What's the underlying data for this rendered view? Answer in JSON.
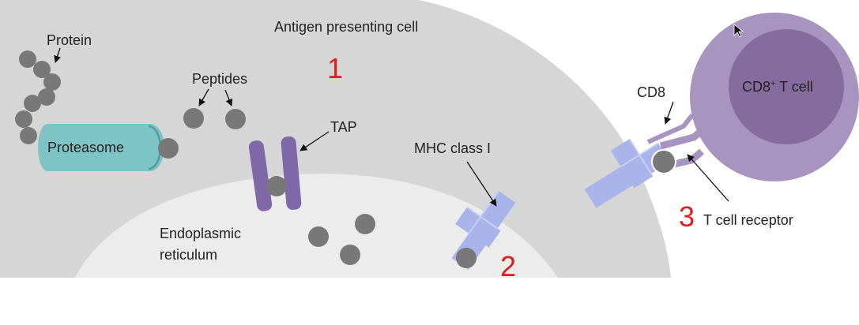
{
  "labels": {
    "cell": "Antigen presenting cell",
    "protein": "Protein",
    "peptides": "Peptides",
    "tap": "TAP",
    "proteasome": "Proteasome",
    "mhc": "MHC class I",
    "er_line1": "Endoplasmic",
    "er_line2": "reticulum",
    "cd8": "CD8",
    "tcell_pre": "CD8",
    "tcell_sup": "+",
    "tcell_post": " T cell",
    "tcr": "T cell receptor"
  },
  "steps": [
    "1",
    "2",
    "3"
  ],
  "colors": {
    "cell_fill": "#d6d6d6",
    "er_fill": "#ececec",
    "peptide": "#787878",
    "proteasome": "#7ec3c6",
    "tap": "#7e68a8",
    "mhc": "#a9b4ea",
    "tcell_outer": "#a895bf",
    "tcell_nucleus": "#866c9e",
    "step_number": "#e21b1b"
  },
  "icons": [
    "cursor-arrow-icon"
  ]
}
